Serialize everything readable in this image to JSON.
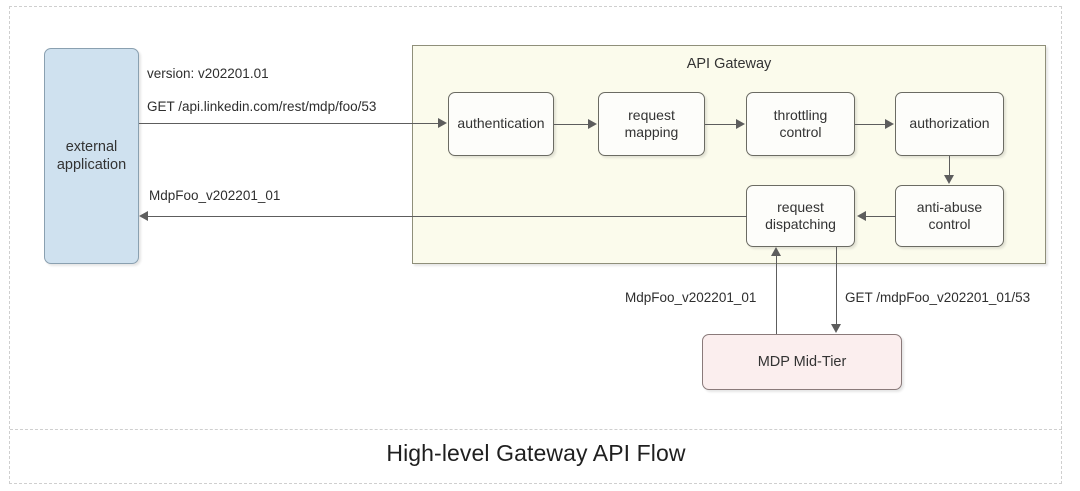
{
  "caption": "High-level Gateway API Flow",
  "actors": {
    "external_application": "external\napplication",
    "external_application_line1": "external",
    "external_application_line2": "application",
    "mid_tier": "MDP Mid-Tier"
  },
  "gateway": {
    "title": "API Gateway",
    "steps": [
      {
        "id": "authentication",
        "label": "authentication"
      },
      {
        "id": "request-mapping",
        "label_line1": "request",
        "label_line2": "mapping"
      },
      {
        "id": "throttling-control",
        "label_line1": "throttling",
        "label_line2": "control"
      },
      {
        "id": "authorization",
        "label": "authorization"
      },
      {
        "id": "anti-abuse-control",
        "label_line1": "anti-abuse",
        "label_line2": "control"
      },
      {
        "id": "request-dispatching",
        "label_line1": "request",
        "label_line2": "dispatching"
      }
    ]
  },
  "edge_labels": {
    "version": "version: v202201.01",
    "inbound_request": "GET /api.linkedin.com/rest/mdp/foo/53",
    "outbound_response": "MdpFoo_v202201_01",
    "midtier_response": "MdpFoo_v202201_01",
    "midtier_request": "GET /mdpFoo_v202201_01/53"
  },
  "colors": {
    "external_fill": "#cfe1ef",
    "gateway_fill": "#fbfbec",
    "step_fill": "#fdfdfa",
    "midtier_fill": "#fbeeee",
    "stroke": "#5d5d5d",
    "frame_dashed": "#cfcfcf"
  }
}
